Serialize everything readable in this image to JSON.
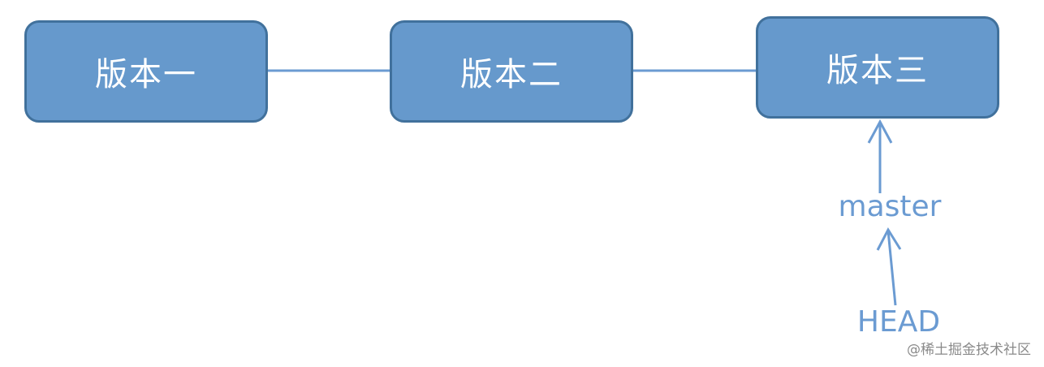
{
  "versions": [
    {
      "label": "版本一"
    },
    {
      "label": "版本二"
    },
    {
      "label": "版本三"
    }
  ],
  "refs": {
    "master": "master",
    "head": "HEAD"
  },
  "watermark": "@稀土掘金技术社区",
  "colors": {
    "node_fill": "#6699cc",
    "node_border": "#41719c",
    "node_text": "#ffffff",
    "connector": "#6b9bd2",
    "ref_text": "#6b9bd2",
    "watermark_text": "#8a8a8a"
  }
}
